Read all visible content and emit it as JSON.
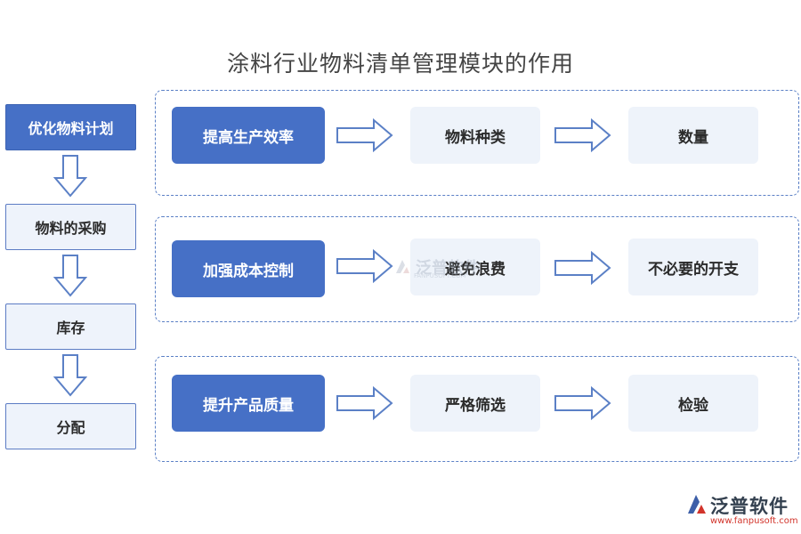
{
  "title": "涂料行业物料清单管理模块的作用",
  "flow": [
    {
      "label": "优化物料计划"
    },
    {
      "label": "物料的采购"
    },
    {
      "label": "库存"
    },
    {
      "label": "分配"
    }
  ],
  "rows": [
    {
      "main": "提高生产效率",
      "mid": "物料种类",
      "end": "数量"
    },
    {
      "main": "加强成本控制",
      "mid": "避免浪费",
      "end": "不必要的开支"
    },
    {
      "main": "提升产品质量",
      "mid": "严格筛选",
      "end": "检验"
    }
  ],
  "watermark": {
    "name": "泛普软件",
    "url": "FANPUSOFT.COM"
  },
  "logo": {
    "name": "泛普软件",
    "url": "www.fanpusoft.com"
  },
  "colors": {
    "primary": "#4670c6",
    "light": "#eef3fa",
    "dash": "#5b80c6",
    "logo_accent": "#d2342b"
  }
}
